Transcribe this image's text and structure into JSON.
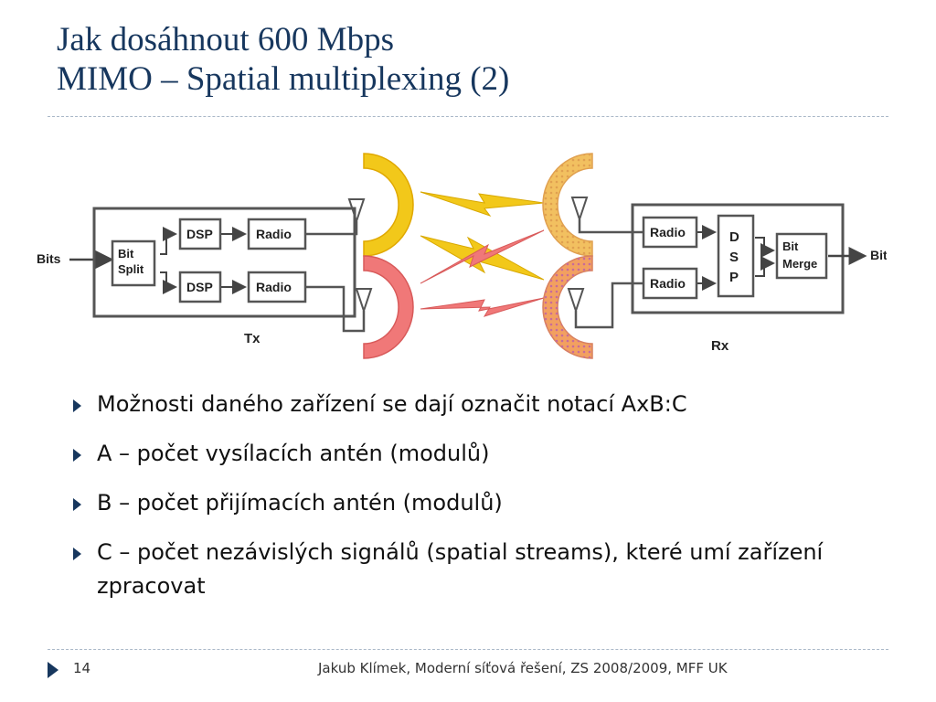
{
  "slide": {
    "title_line1": "Jak dosáhnout 600 Mbps",
    "title_line2": "MIMO – Spatial multiplexing (2)"
  },
  "diagram": {
    "bits_in": "Bits",
    "bit_split_line1": "Bit",
    "bit_split_line2": "Split",
    "dsp": "DSP",
    "radio": "Radio",
    "tx": "Tx",
    "rx": "Rx",
    "dsp_rx_letters": [
      "D",
      "S",
      "P"
    ],
    "bit_merge_line1": "Bit",
    "bit_merge_line2": "Merge",
    "bits_out": "Bits",
    "colors": {
      "upper_reflector": "#f2c81a",
      "lower_reflector": "#f07878",
      "box_stroke": "#555555",
      "arrow": "#444444"
    }
  },
  "bullets": [
    {
      "text": "Možnosti daného zařízení se dají označit notací AxB:C"
    },
    {
      "text": "A – počet vysílacích antén (modulů)"
    },
    {
      "text": "B – počet přijímacích antén (modulů)"
    },
    {
      "text": "C – počet nezávislých signálů (spatial streams), které umí zařízení zpracovat"
    }
  ],
  "footer": {
    "slide_number": "14",
    "text": "Jakub Klímek, Moderní síťová řešení, ZS 2008/2009, MFF UK"
  }
}
